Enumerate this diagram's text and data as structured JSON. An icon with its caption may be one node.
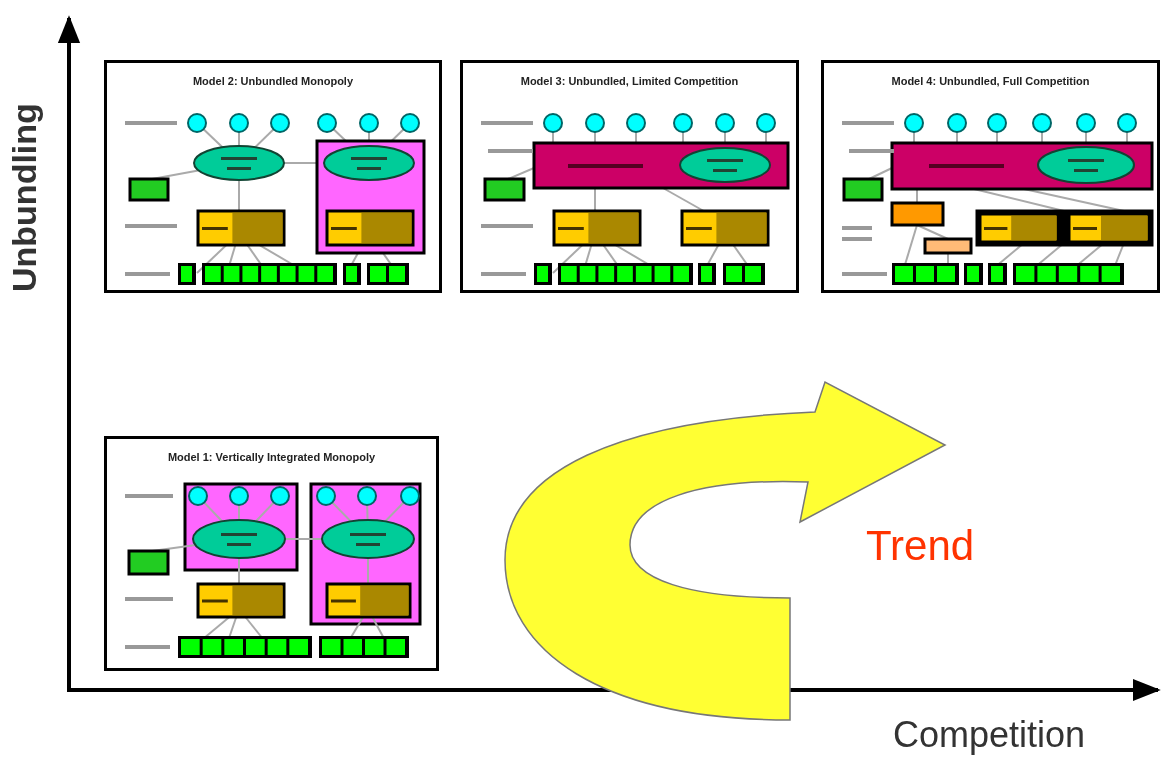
{
  "diagram": {
    "nodes": [
      {
        "text": [
          "Model 2: Unbundled Monopoly"
        ]
      },
      {
        "text": [
          "Model 3: Unbundled, Limited Competition"
        ]
      },
      {
        "text": [
          "Model 4: Unbundled, Full Competition"
        ]
      },
      {
        "text": [
          "Model 1: Vertically Integrated Monopoly"
        ]
      }
    ],
    "labels": [
      "Unbundling",
      "Trend",
      "Competition"
    ]
  }
}
